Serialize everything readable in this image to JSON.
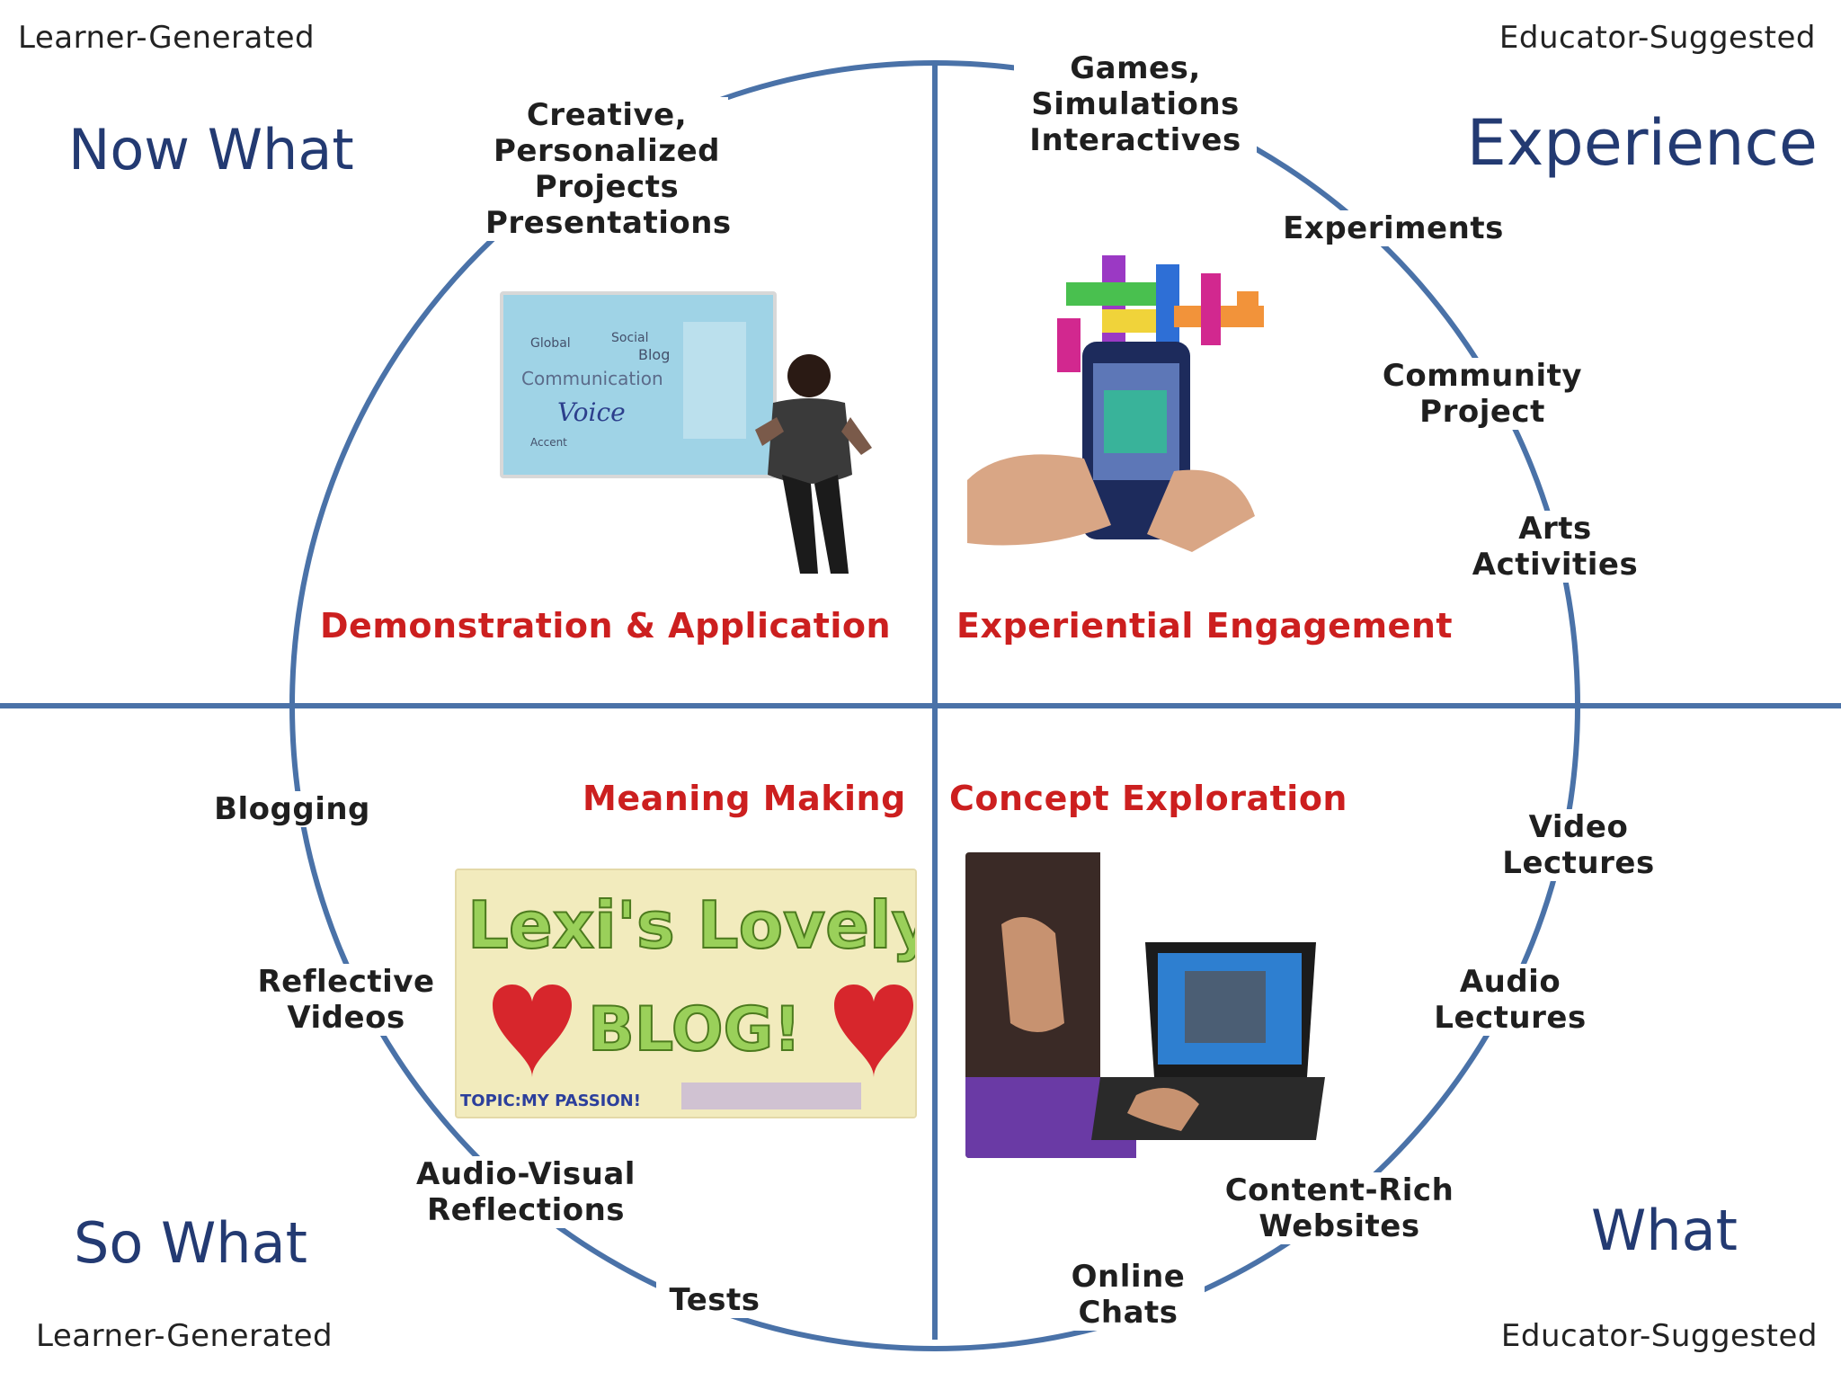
{
  "corners": {
    "top_left": "Learner-Generated",
    "top_right": "Educator-Suggested",
    "bottom_left": "Learner-Generated",
    "bottom_right": "Educator-Suggested"
  },
  "phases": {
    "now_what": "Now What",
    "experience": "Experience",
    "so_what": "So What",
    "what": "What"
  },
  "quadrant_titles": {
    "demonstration": "Demonstration & Application",
    "experiential": "Experiential Engagement",
    "meaning": "Meaning Making",
    "concept": "Concept Exploration"
  },
  "items": {
    "creative": "Creative,\nPersonalized\nProjects\nPresentations",
    "games": "Games,\nSimulations\nInteractives",
    "experiments": "Experiments",
    "community": "Community\nProject",
    "arts": "Arts\nActivities",
    "video_lectures": "Video\nLectures",
    "audio_lectures": "Audio\nLectures",
    "content_rich": "Content-Rich\nWebsites",
    "online_chats": "Online\nChats",
    "tests": "Tests",
    "av_reflections": "Audio-Visual\nReflections",
    "reflective_videos": "Reflective\nVideos",
    "blogging": "Blogging"
  },
  "blog_image": {
    "line1": "Lexi's Lovely",
    "line2": "BLOG!",
    "topic": "TOPIC:MY PASSION!"
  },
  "whiteboard_image": {
    "words": [
      "Communication",
      "Voice",
      "Blog",
      "Social",
      "Global",
      "Accent"
    ]
  },
  "colors": {
    "axis": "#4a72a8",
    "phase_text": "#233a72",
    "quadrant_title": "#cc1f1f"
  }
}
